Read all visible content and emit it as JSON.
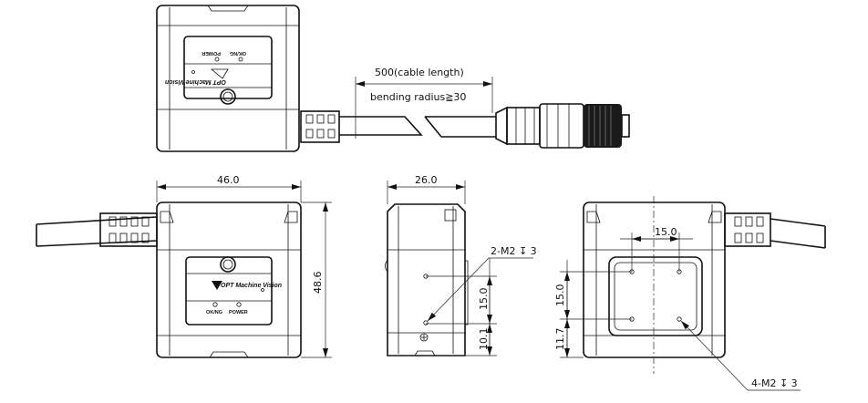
{
  "top_view": {
    "cable_length": "500(cable length)",
    "bending_radius": "bending radius≧30",
    "led_ok_ng": "OK/NG",
    "led_power": "POWER",
    "logo": "OPT Machine Vision"
  },
  "front_view": {
    "width_dim": "46.0",
    "height_dim": "48.6",
    "led_ok_ng": "OK/NG",
    "led_power": "POWER",
    "logo": "OPT Machine Vision"
  },
  "side_view": {
    "depth_dim": "26.0",
    "hole_callout": "2-M2 ↧ 3",
    "hole_spacing": "15.0",
    "hole_offset": "10.1"
  },
  "back_view": {
    "hole_spacing_h": "15.0",
    "hole_spacing_v": "15.0",
    "hole_offset": "11.7",
    "hole_callout": "4-M2 ↧ 3"
  }
}
